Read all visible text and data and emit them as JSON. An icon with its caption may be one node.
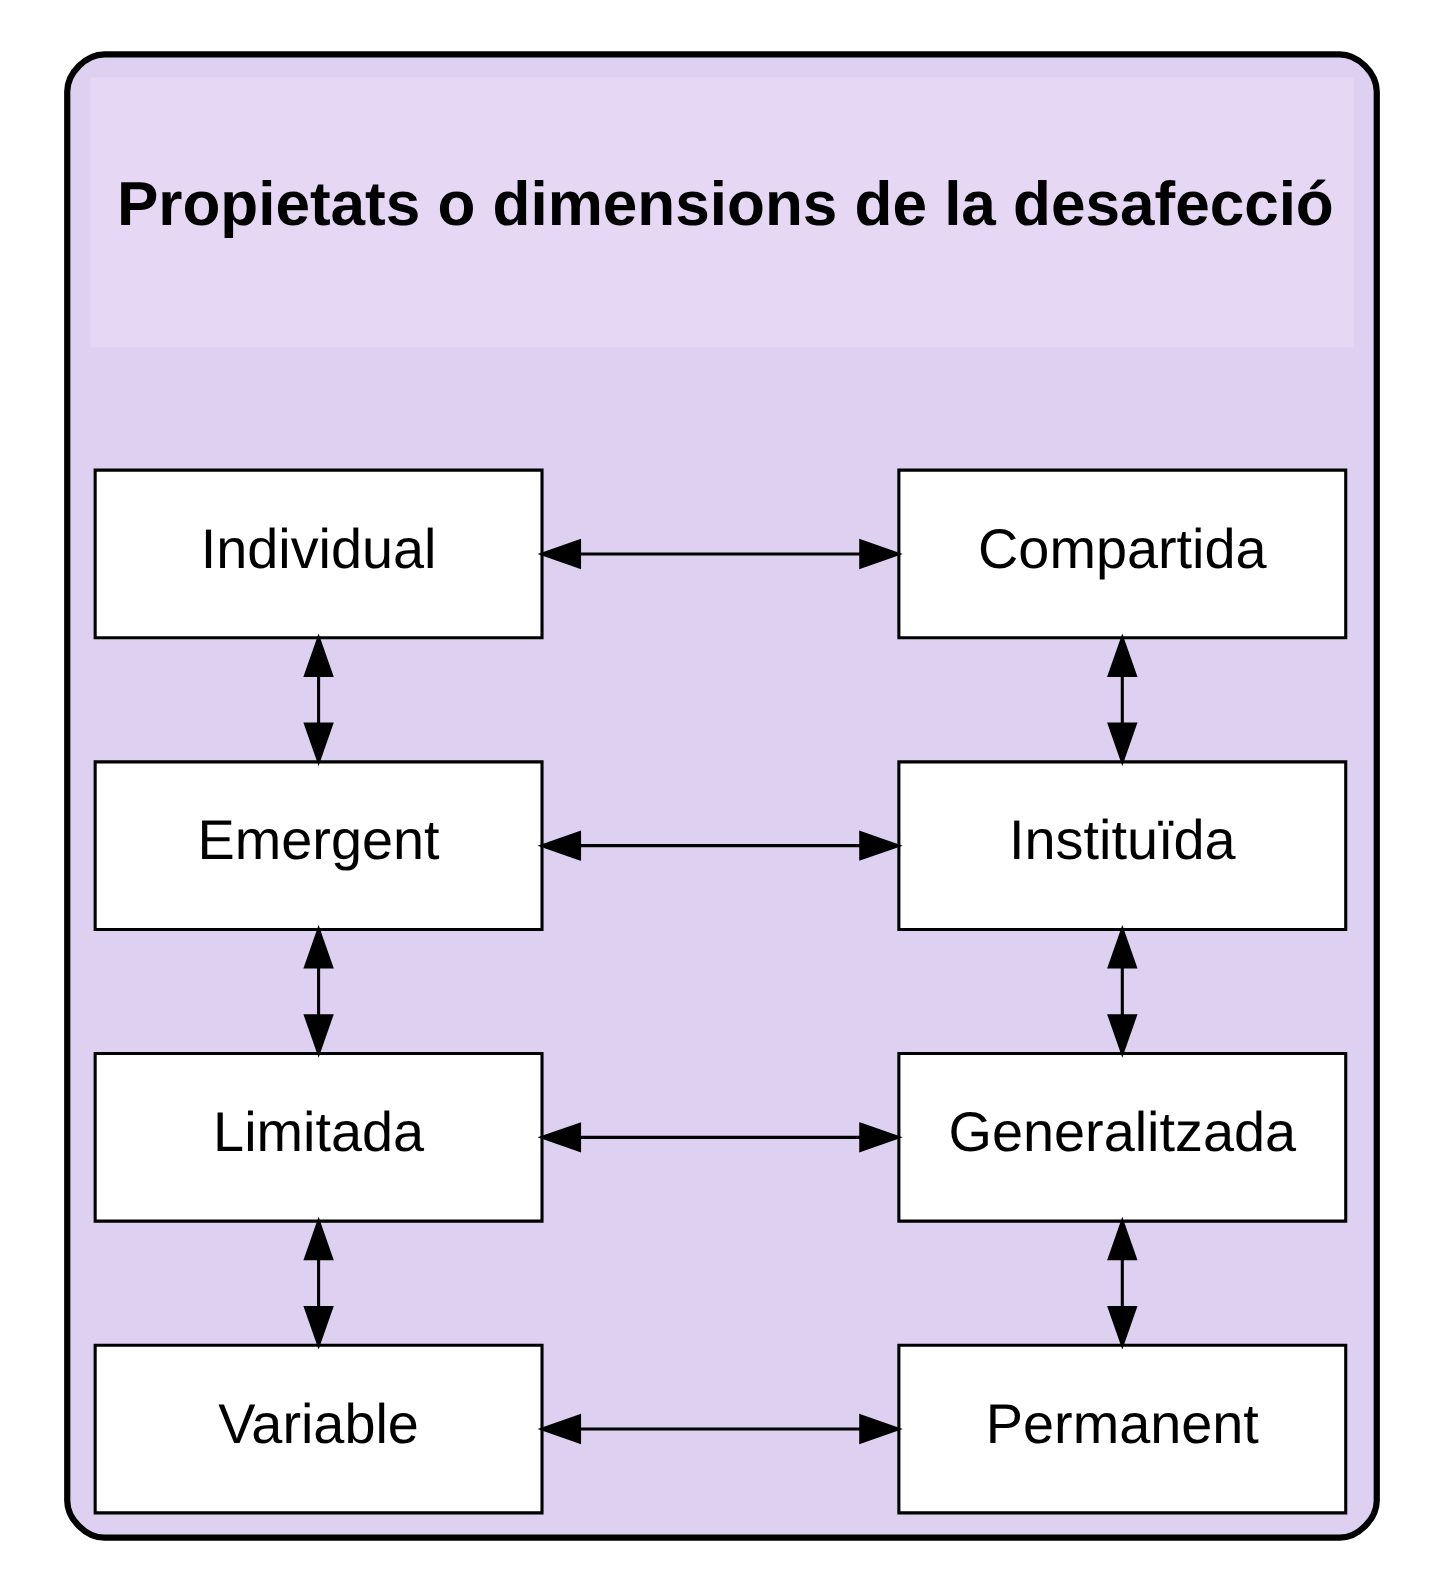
{
  "diagram": {
    "nodes": [
      {
        "text": [],
        "shape": "box"
      },
      {
        "text": [
          "Propietats o dimensions de la desafecció"
        ],
        "in": 0
      },
      {
        "text": [
          "Individual"
        ],
        "in": 0
      },
      {
        "text": [
          "Compartida"
        ],
        "in": 0
      },
      {
        "text": [
          "Emergent"
        ],
        "in": 0
      },
      {
        "text": [
          "Instituïda"
        ],
        "in": 0
      },
      {
        "text": [
          "Limitada"
        ],
        "in": 0
      },
      {
        "text": [
          "Generalitzada"
        ],
        "in": 0
      },
      {
        "text": [
          "Variable"
        ],
        "in": 0
      },
      {
        "text": [
          "Permanent"
        ],
        "in": 0
      }
    ],
    "edges": [
      {
        "from": 2,
        "to": 3,
        "arrow": "both"
      },
      {
        "from": 2,
        "to": 4,
        "arrow": "both"
      },
      {
        "from": 3,
        "to": 5,
        "arrow": "both"
      },
      {
        "from": 4,
        "to": 5,
        "arrow": "both"
      },
      {
        "from": 4,
        "to": 6,
        "arrow": "both"
      },
      {
        "from": 5,
        "to": 7,
        "arrow": "both"
      },
      {
        "from": 6,
        "to": 7,
        "arrow": "both"
      },
      {
        "from": 6,
        "to": 8,
        "arrow": "both"
      },
      {
        "from": 7,
        "to": 9,
        "arrow": "both"
      },
      {
        "from": 8,
        "to": 9,
        "arrow": "both"
      }
    ]
  }
}
